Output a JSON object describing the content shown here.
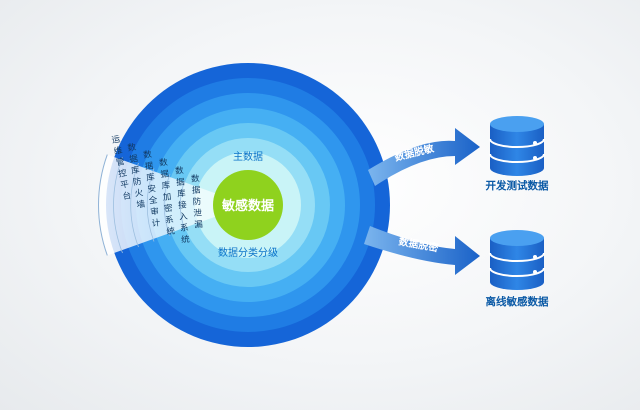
{
  "core": {
    "label": "敏感数据"
  },
  "inner_ring_labels": {
    "top": "主数据",
    "bottom": "数据分类分级"
  },
  "sector_columns": [
    "运维管控平台",
    "数据库防火墙",
    "数据库安全审计",
    "数据库加密系统",
    "数据库接入系统",
    "数据防泄漏"
  ],
  "arrows": [
    {
      "label": "数据脱敏"
    },
    {
      "label": "数据脱密"
    }
  ],
  "databases": [
    {
      "label": "开发测试数据"
    },
    {
      "label": "离线敏感数据"
    }
  ],
  "colors": {
    "ring_outer": "#1565d8",
    "ring_inner": "#c9f4f7",
    "core": "#8fd21e",
    "arrow": "#1f6fd1",
    "database": "#1f6fd1"
  }
}
